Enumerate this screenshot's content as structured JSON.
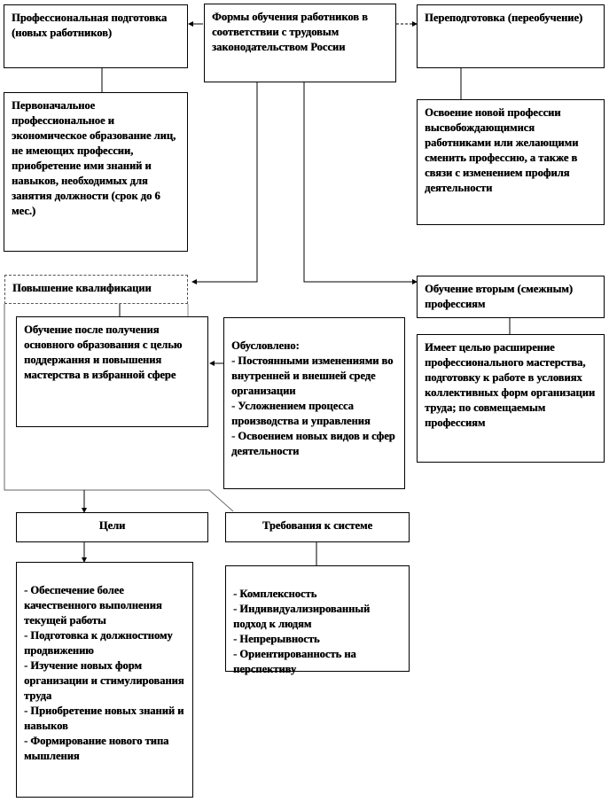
{
  "top": {
    "center": "Формы обучения работников в соответствии с трудовым законодательством России",
    "left": "Профессиональная подготовка (новых работников)",
    "right": "Переподготовка (переобучение)"
  },
  "left_desc": "Первоначальное профессиональное и экономическое образование лиц, не имеющих профессии, приобретение ими знаний и навыков, необходимых для занятия должности (срок до 6 мес.)",
  "right_desc": "Освоение новой профессии высвобождающимися работниками или желающими сменить профессию, а также в связи с изменением профиля деятельности",
  "qual": {
    "title": "Повышение квалификации",
    "desc": "Обучение после получения основного образования с целью поддержания и повышения мастерства в избранной сфере",
    "reasons": "Обусловлено:\n- Постоянными изменениями во внутренней и внешней среде организации\n- Усложнением процесса производства и управления\n- Освоением новых видов и сфер деятельности"
  },
  "second": {
    "title": "Обучение вторым (смежным) профессиям",
    "desc": "Имеет целью расширение профессионального мастерства, подготовку к работе в условиях коллективных форм организации труда; по совмещаемым профессиям"
  },
  "goals": {
    "title": "Цели",
    "list": "- Обеспечение более качественного выполнения текущей работы\n- Подготовка к должностному продвижению\n- Изучение новых форм организации и стимулирования труда\n- Приобретение новых знаний и навыков\n- Формирование нового типа мышления"
  },
  "reqs": {
    "title": "Требования к системе",
    "list": "- Комплексность\n- Индивидуализированный подход к людям\n- Непрерывность\n- Ориентированность на перспективу"
  }
}
